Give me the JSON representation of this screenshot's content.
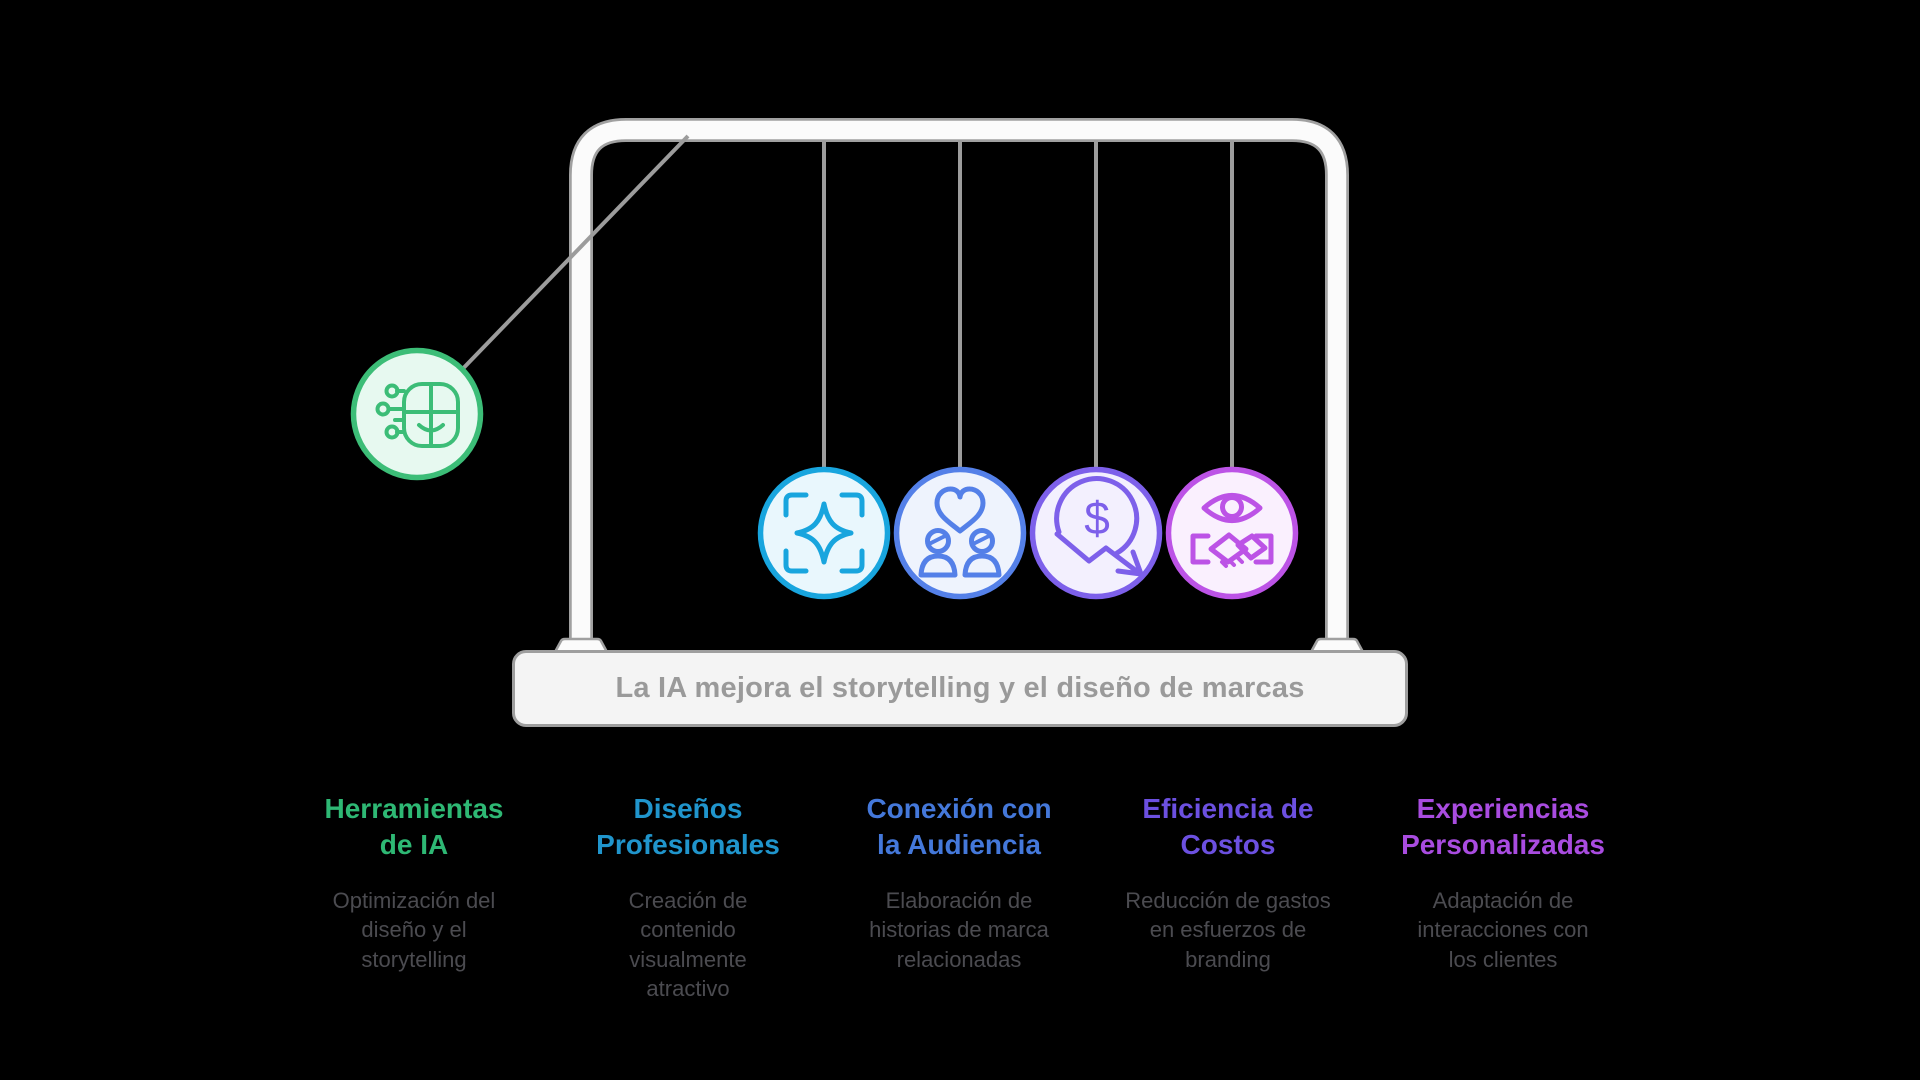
{
  "cradle": {
    "base_label": "La IA mejora el storytelling y el diseño de marcas",
    "frame_color": "#a0a0a0",
    "string_color": "#9c9c9c",
    "balls": [
      {
        "name": "ai-tools",
        "icon": "ai-face-circuit-icon",
        "stroke": "#3cbd77",
        "fill": "#e7f9f0",
        "position": "swung-left"
      },
      {
        "name": "professional-designs",
        "icon": "sparkle-viewfinder-icon",
        "stroke": "#18a5de",
        "fill": "#e9f7fd",
        "position": "hanging-1"
      },
      {
        "name": "audience-connection",
        "icon": "heart-people-icon",
        "stroke": "#5480e8",
        "fill": "#eef3fd",
        "position": "hanging-2"
      },
      {
        "name": "cost-efficiency",
        "icon": "dollar-decline-arrow-icon",
        "stroke": "#7d60ea",
        "fill": "#f3f0fe",
        "position": "hanging-3",
        "glyph": "$"
      },
      {
        "name": "personalized-experiences",
        "icon": "eye-handshake-icon",
        "stroke": "#bc53e6",
        "fill": "#faf0fe",
        "position": "hanging-4"
      }
    ]
  },
  "base": {
    "bg": "#f4f4f4",
    "border": "#9e9e9e",
    "text_color": "#9a9a9a"
  },
  "description_color": "#4b4b50",
  "columns": [
    {
      "title": "Herramientas\nde IA",
      "color": "#2eb874",
      "description": "Optimización del\ndiseño y el\nstorytelling"
    },
    {
      "title": "Diseños\nProfesionales",
      "color": "#2095cc",
      "description": "Creación de\ncontenido\nvisualmente\natractivo"
    },
    {
      "title": "Conexión con\nla Audiencia",
      "color": "#4478da",
      "description": "Elaboración de\nhistorias de marca\nrelacionadas"
    },
    {
      "title": "Eficiencia de\nCostos",
      "color": "#6c50e0",
      "description": "Reducción de gastos\nen esfuerzos de\nbranding"
    },
    {
      "title": "Experiencias\nPersonalizadas",
      "color": "#a94ce0",
      "description": "Adaptación de\ninteracciones con\nlos clientes"
    }
  ]
}
